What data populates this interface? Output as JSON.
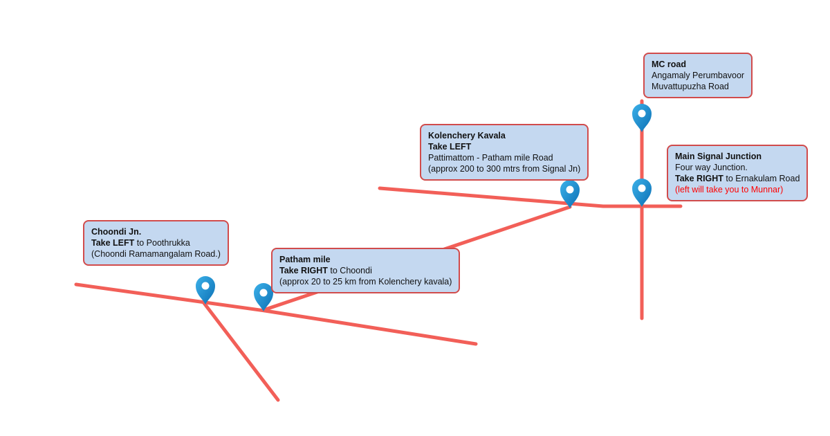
{
  "colors": {
    "background": "#ffffff",
    "text": "#111111",
    "road": "#f25f58",
    "callout_bg": "#c4d8f0",
    "callout_border": "#d14b4b",
    "pin_blue_light": "#3cb1e9",
    "pin_blue_dark": "#0b6fb4",
    "warning_text": "#ff0000"
  },
  "pins": [
    "mc-road",
    "main-signal-junction",
    "kolenchery-kavala",
    "choondi-jn",
    "patham-mile"
  ],
  "callouts": {
    "mc_road": {
      "title": "MC road",
      "line2": "Angamaly Perumbavoor",
      "line3": "Muvattupuzha Road"
    },
    "kolenchery": {
      "title": "Kolenchery Kavala",
      "line2_bold": "Take LEFT",
      "line3": "Pattimattom - Patham mile Road",
      "line4": "(approx 200 to 300 mtrs from Signal Jn)"
    },
    "main_signal": {
      "title": "Main Signal Junction",
      "line2": "Four way Junction.",
      "line3_bold": "Take RIGHT",
      "line3_rest": " to Ernakulam Road",
      "line4_warning": "(left will take you to Munnar)"
    },
    "choondi": {
      "title": "Choondi Jn.",
      "line2_bold": "Take LEFT",
      "line2_rest": " to Poothrukka",
      "line3": "(Choondi Ramamangalam Road.)"
    },
    "patham_mile": {
      "title": "Patham mile",
      "line2_bold": "Take RIGHT",
      "line2_rest": " to Choondi",
      "line3": "(approx 20 to 25 km from Kolenchery kavala)"
    }
  }
}
